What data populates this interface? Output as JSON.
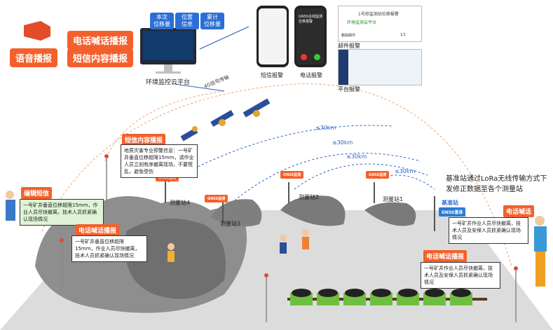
{
  "alarms": {
    "phone_horn": "电话喊话播报",
    "voice": "语音播报",
    "sms_content": "短信内容播报"
  },
  "top_pills": [
    "本次\n位移量",
    "位置\n信息",
    "累计\n位移量"
  ],
  "platform": {
    "monitor_label": "环境监控云平台",
    "transmission": "4G信号传输"
  },
  "phones": {
    "sms_caption": "短信报警",
    "call_caption": "电话报警",
    "call_screen_text": "GNSS在线监测\n位移报警",
    "mail_caption": "邮件报警",
    "mail_title": "1号综监测站位移报警",
    "mail_sub": "环境监测云平台",
    "mail_footer_left": "删除邮件",
    "mail_pager": "1/1",
    "platform_alarm_caption": "平台报警"
  },
  "distances": [
    "≤30km",
    "≤30km",
    "≤30km",
    "≤30km"
  ],
  "base_station": {
    "desc": "基准站通过LoRa无线传输方式下发修正数据至各个测量站",
    "label": "基准站",
    "tag": "GNSS基准"
  },
  "stations": [
    "测量站4",
    "测量站3",
    "测量站2",
    "测量站1"
  ],
  "station_tags": [
    "GNSS监测",
    "GNSS监测",
    "GNSS监测",
    "GNSS监测"
  ],
  "callouts": {
    "sms_tag": "短信内容播报",
    "sms_text": "地质灾害专业预警信息：一号矿井垂直位移超限15mm，请作业人员立刻有序撤离现场，不要慌乱，避免受伤",
    "edit_sms_tag": "编辑短信",
    "edit_sms_text": "一号矿井垂直位移超限15mm，作业人员尽快撤离，技术人员抓紧确认现场情况",
    "phone_tag_left": "电话喊话播报",
    "phone_text_left": "一号矿井垂直位移超限15mm，作业人员尽快撤离，技术人员抓紧确认现场情况",
    "phone_tag_right": "电话喊话",
    "phone_text_right": "一号矿井作业人员尽快撤离，技术人员及安保人员抓紧确认现场情况",
    "phone_tag_bottom": "电话喊话播报",
    "phone_text_bottom": "一号矿井作业人员尽快撤离，技术人员及安保人员抓紧确认现场情况"
  },
  "colors": {
    "orange": "#f4602c",
    "green": "#2fa84f",
    "blue": "#2b6fd6",
    "rock": "#8a8a8a",
    "cart": "#6fbf3f"
  }
}
